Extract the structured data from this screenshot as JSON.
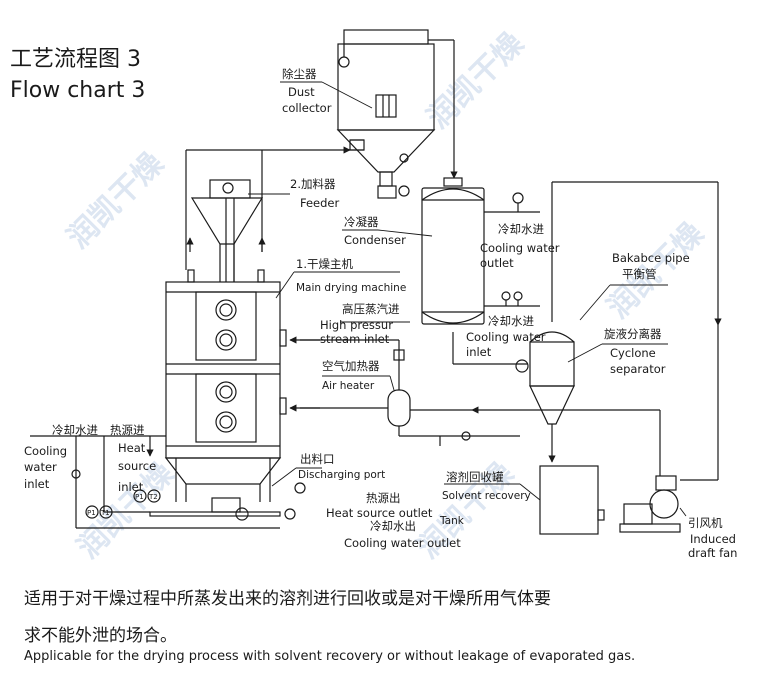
{
  "title": {
    "cn": "工艺流程图 3",
    "en": "Flow chart 3"
  },
  "labels": {
    "dust_collector_cn": "除尘器",
    "dust_collector_en1": "Dust",
    "dust_collector_en2": "collector",
    "feeder_cn": "2.加料器",
    "feeder_en": "Feeder",
    "condenser_cn": "冷凝器",
    "condenser_en": "Condenser",
    "cooling_in1_cn": "冷却水进",
    "cooling_out_en1": "Cooling water",
    "cooling_out_en2": "outlet",
    "balance_en": "Bakabce pipe",
    "balance_cn": "平衡管",
    "main_dryer_cn": "1.干燥主机",
    "main_dryer_en": "Main drying machine",
    "steam_cn": "高压蒸汽进",
    "steam_en1": "High pressur",
    "steam_en2": "stream inlet",
    "cooling_in2_cn": "冷却水进",
    "cooling_in2_en1": "Cooling water",
    "cooling_in2_en2": "inlet",
    "cyclone_cn": "旋液分离器",
    "cyclone_en1": "Cyclone",
    "cyclone_en2": "separator",
    "air_heater_cn": "空气加热器",
    "air_heater_en": "Air heater",
    "left_cooling_cn": "冷却水进",
    "left_cooling_en1": "Cooling",
    "left_cooling_en2": "water",
    "left_cooling_en3": "inlet",
    "heat_in_cn": "热源进",
    "heat_in_en1": "Heat",
    "heat_in_en2": "source",
    "heat_in_en3": "inlet",
    "discharge_cn": "出料口",
    "discharge_en": "Discharging port",
    "heat_out_cn": "热源出",
    "heat_out_en": "Heat source outlet",
    "tank_en": "Tank",
    "cooling_out2_cn": "冷却水出",
    "cooling_out2_en": "Cooling water outlet",
    "solvent_cn": "溶剂回收罐",
    "solvent_en": "Solvent recovery",
    "fan_cn": "引风机",
    "fan_en1": "Induced",
    "fan_en2": "draft fan",
    "gauge_p1": "P1",
    "gauge_t1": "T1",
    "gauge_p2": "P1",
    "gauge_t2": "T2"
  },
  "watermark": "润凯干燥",
  "footer": {
    "cn_line1": "适用于对干燥过程中所蒸发出来的溶剂进行回收或是对干燥所用气体要",
    "cn_line2": "求不能外泄的场合。",
    "en": "Applicable for the drying process with solvent recovery or without leakage of evaporated gas."
  }
}
